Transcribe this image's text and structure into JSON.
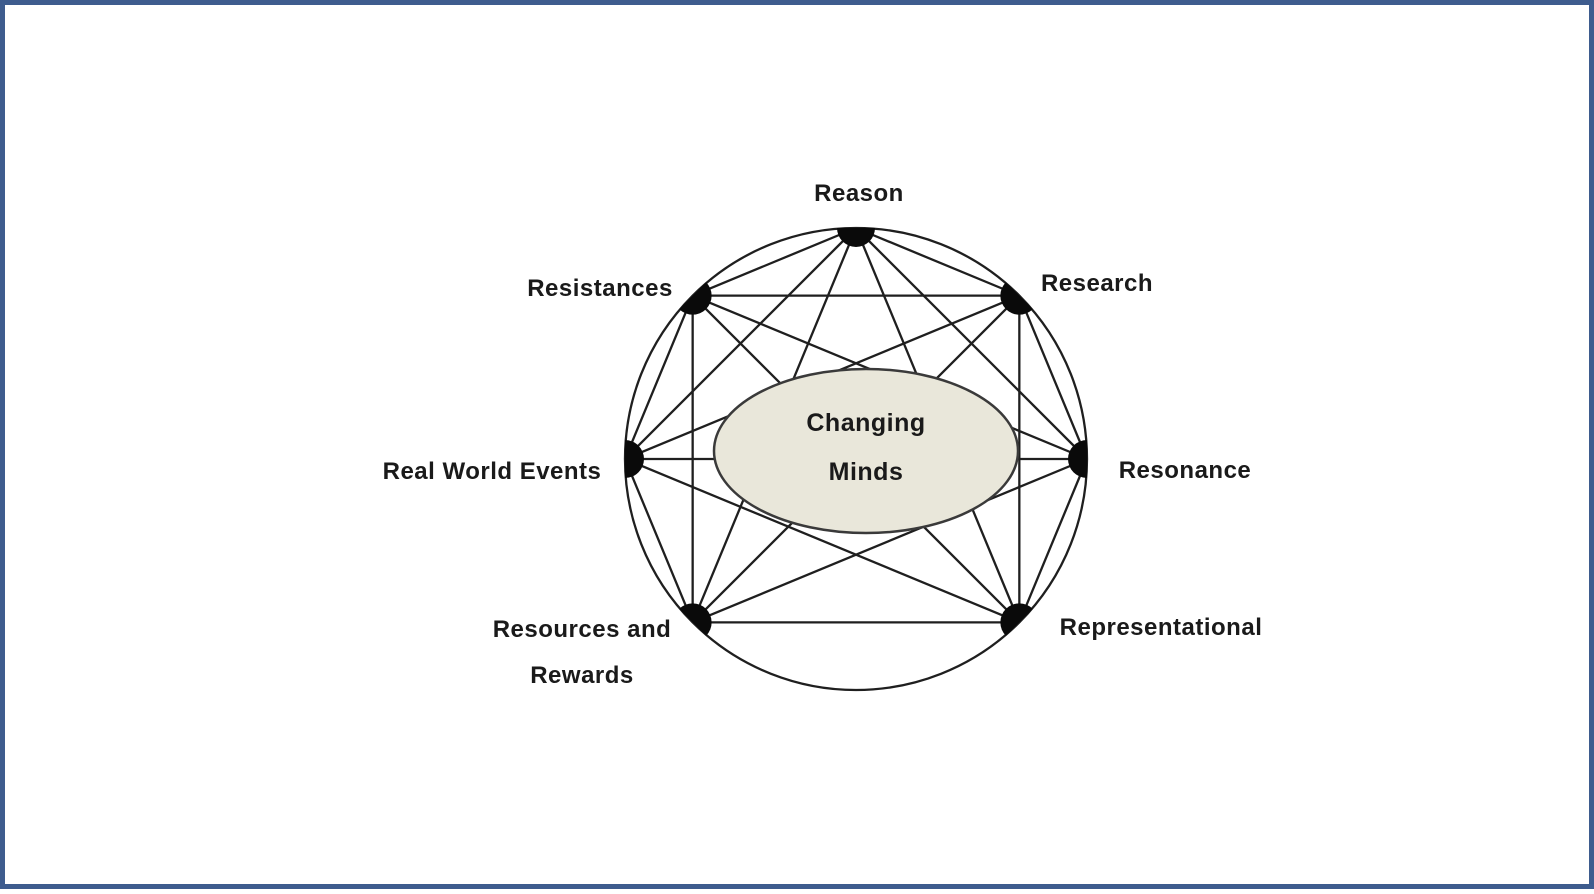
{
  "frame": {
    "border_color": "#3e5c8e",
    "background_color": "#ffffff"
  },
  "diagram": {
    "center": {
      "lines": [
        "Changing",
        "Minds"
      ],
      "fill_color": "#e9e7da",
      "stroke_color": "#3a3a3a"
    },
    "line_color": "#1f1f1f",
    "node_color": "#0a0a0a",
    "text_color": "#1a1a1a",
    "connectivity": "complete",
    "nodes": [
      {
        "id": "reason",
        "label": "Reason"
      },
      {
        "id": "research",
        "label": "Research"
      },
      {
        "id": "resonance",
        "label": "Resonance"
      },
      {
        "id": "representational",
        "label": "Representational"
      },
      {
        "id": "resources-and-rewards",
        "label_lines": [
          "Resources and",
          "Rewards"
        ]
      },
      {
        "id": "real-world-events",
        "label": "Real World Events"
      },
      {
        "id": "resistances",
        "label": "Resistances"
      }
    ]
  }
}
